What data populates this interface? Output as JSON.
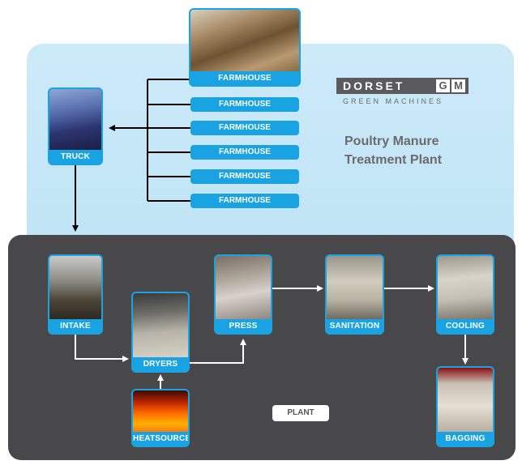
{
  "brand": {
    "wordmark": "DORSET",
    "mark_g": "G",
    "mark_m": "M",
    "tagline": "GREEN MACHINES"
  },
  "title_line1": "Poultry Manure",
  "title_line2": "Treatment Plant",
  "farmhouses": [
    "FARMHOUSE",
    "FARMHOUSE",
    "FARMHOUSE",
    "FARMHOUSE",
    "FARMHOUSE",
    "FARMHOUSE"
  ],
  "nodes": {
    "truck": "TRUCK",
    "intake": "INTAKE",
    "dryers": "DRYERS",
    "heatsource": "HEATSOURCE",
    "press": "PRESS",
    "sanitation": "SANITATION",
    "cooling": "COOLING",
    "bagging": "BAGGING"
  },
  "plant_label": "PLANT",
  "colors": {
    "accent": "#1aa3e3",
    "plant_bg": "#48484a",
    "sky_bg": "#c6e7f7"
  }
}
